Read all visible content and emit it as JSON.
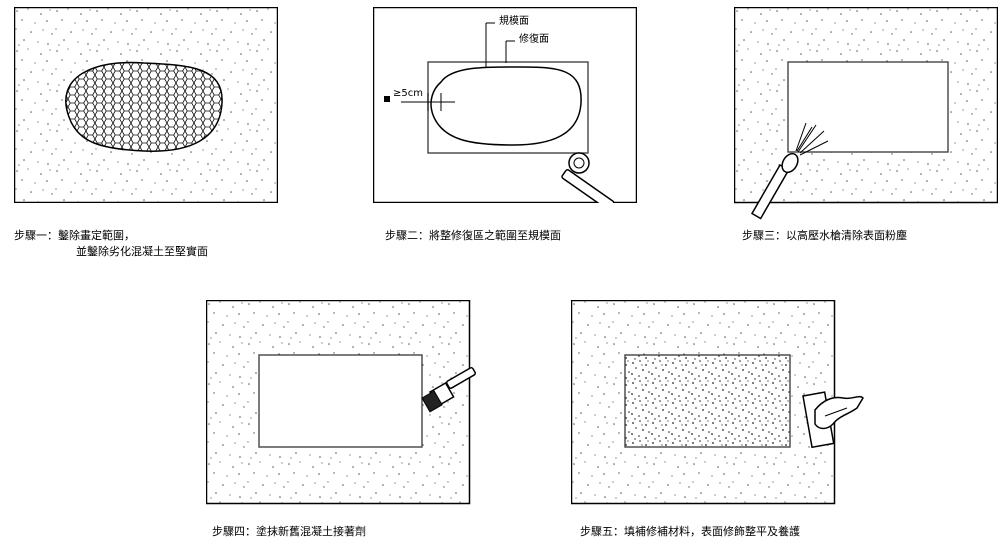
{
  "steps": [
    {
      "lines": [
        "步驟一：鑿除畫定範圍，",
        "並鑿除劣化混凝土至堅實面"
      ]
    },
    {
      "lines": [
        "步驟二：將整修復區之範圍至規模面"
      ],
      "labels": {
        "outline": "規模面",
        "repair": "修復面",
        "offset": "≥5cm"
      }
    },
    {
      "lines": [
        "步驟三：以高壓水槍清除表面粉塵"
      ]
    },
    {
      "lines": [
        "步驟四：塗抹新舊混凝土接著劑"
      ]
    },
    {
      "lines": [
        "步驟五：填補修補材料，表面修飾整平及養護"
      ]
    }
  ]
}
